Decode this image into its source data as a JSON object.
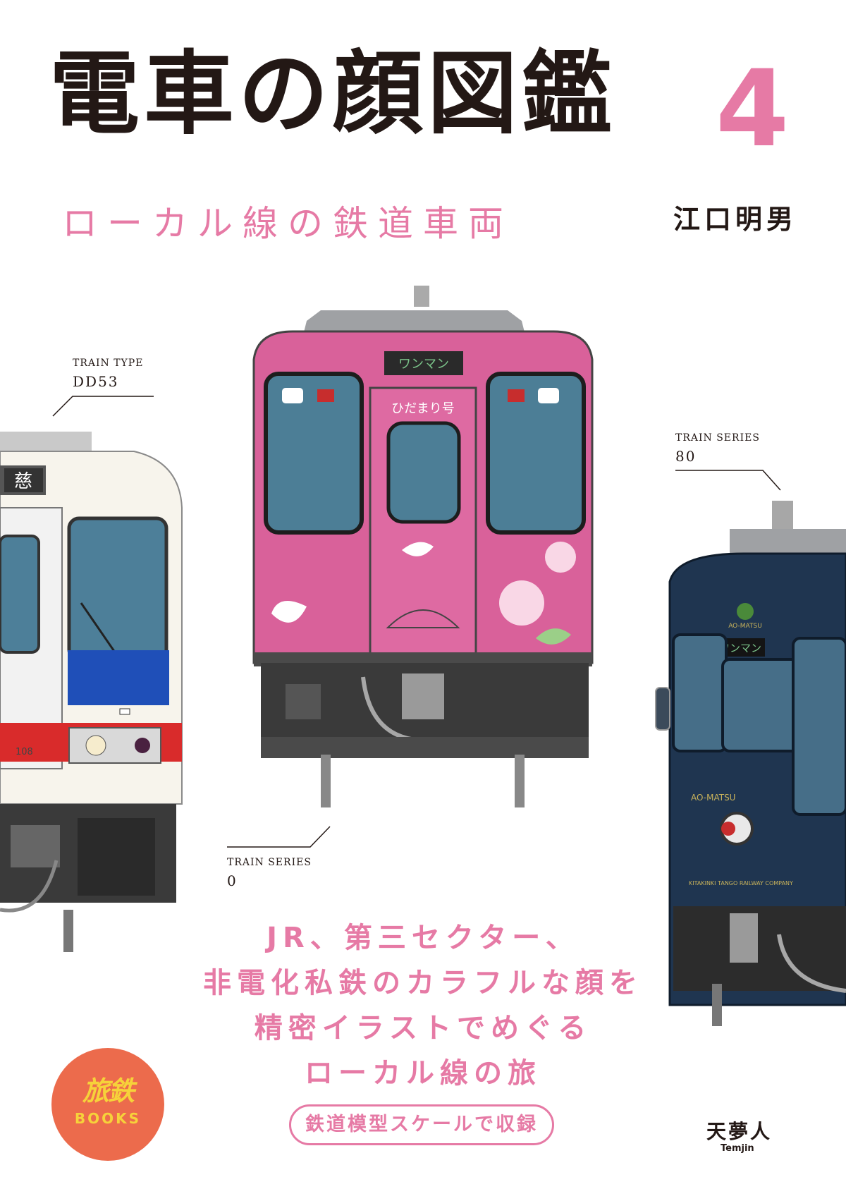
{
  "title": {
    "main": "電車の顔図鑑",
    "number": "4"
  },
  "subtitle": "ローカル線の鉄道車両",
  "author": "江口明男",
  "labels": {
    "left": {
      "kind": "TRAIN TYPE",
      "value": "DD53"
    },
    "center": {
      "kind": "TRAIN SERIES",
      "value": "0"
    },
    "right": {
      "kind": "TRAIN SERIES",
      "value": "80"
    }
  },
  "train_texts": {
    "left_dest": "慈",
    "left_number": "108",
    "center_display": "ワンマン",
    "center_nameplate": "ひだまり号",
    "right_display": "ワンマン",
    "right_logo": "AO-MATSU",
    "right_name": "AO-MATSU",
    "right_company": "KITAKINKI TANGO RAILWAY COMPANY"
  },
  "tagline": [
    "JR、第三セクター、",
    "非電化私鉄のカラフルな顔を",
    "精密イラストでめぐる",
    "ローカル線の旅"
  ],
  "scale_badge": "鉄道模型スケールで収録",
  "logo": {
    "kana": "旅鉄",
    "books": "BOOKS"
  },
  "publisher": {
    "ja": "天夢人",
    "en": "Temjin"
  },
  "colors": {
    "accent_pink": "#e67aa5",
    "text_dark": "#231815",
    "train_pink": "#d9619a",
    "train_navy": "#1f3550",
    "logo_orange": "#ec6b4c",
    "logo_yellow": "#f6d23a"
  }
}
